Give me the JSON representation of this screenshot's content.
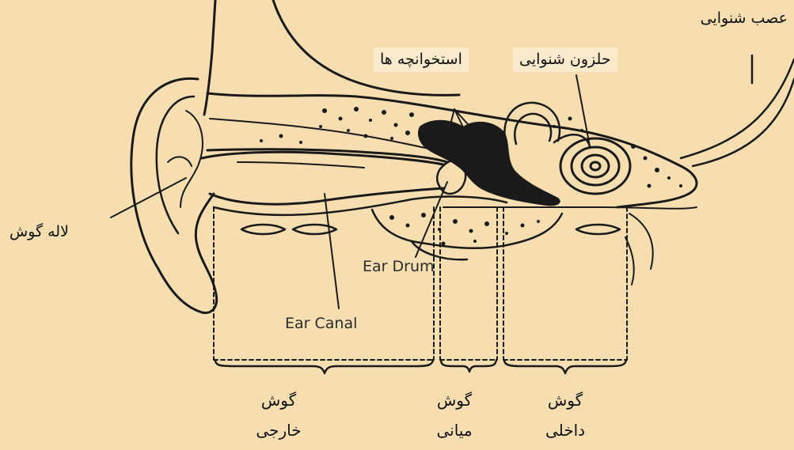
{
  "labels": {
    "auditory_nerve": "عصب شنوایی",
    "cochlea": "حلزون شنوایی",
    "ossicles": "استخوانچه ها",
    "pinna": "لاله گوش",
    "ear_drum": "Ear Drum",
    "ear_canal": "Ear Canal"
  },
  "sections": {
    "outer": {
      "line1": "گوش",
      "line2": "خارجی"
    },
    "middle": {
      "line1": "گوش",
      "line2": "میانی"
    },
    "inner": {
      "line1": "گوش",
      "line2": "داخلی"
    }
  },
  "colors": {
    "background": "#f7deb1",
    "label_box": "#fbeacb",
    "ink": "#1a1a1a"
  }
}
